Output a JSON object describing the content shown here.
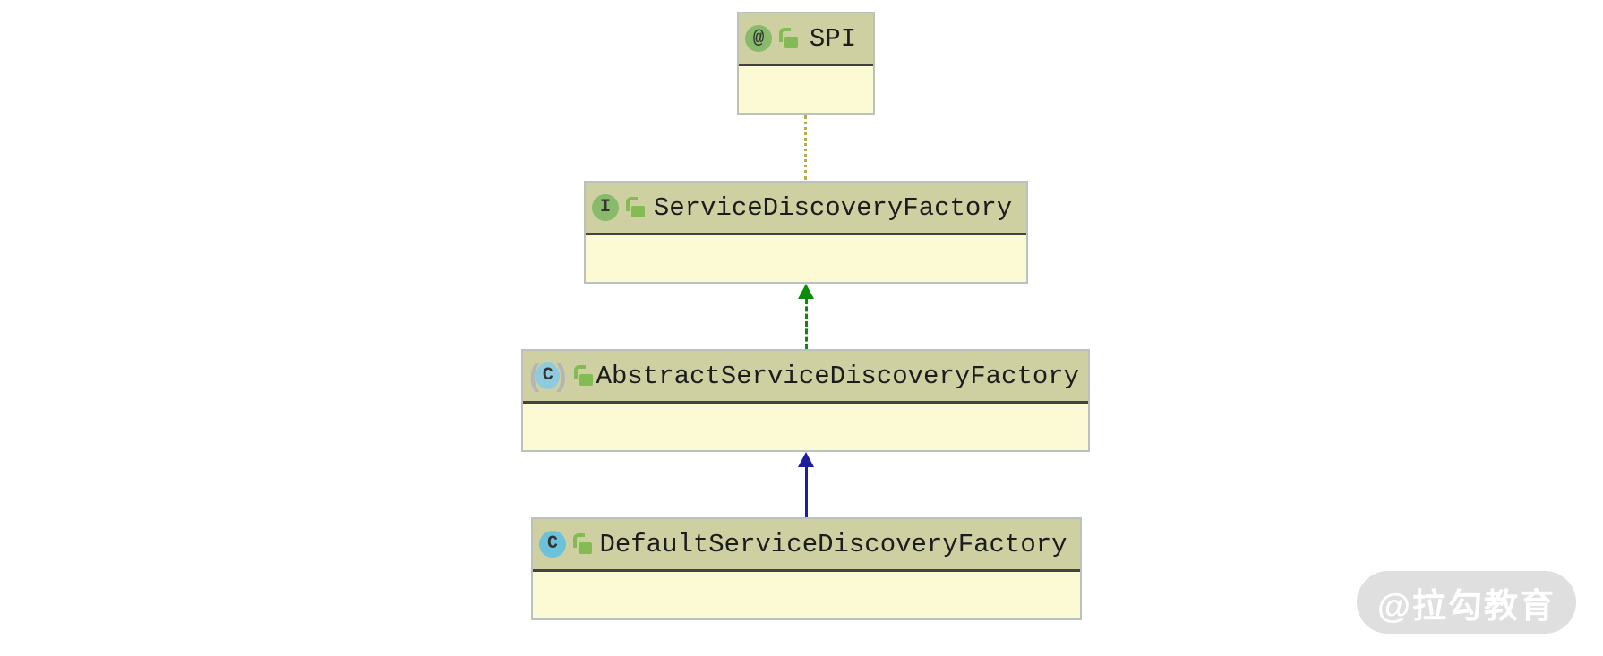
{
  "nodes": {
    "spi": {
      "kind": "annotation",
      "name": "SPI",
      "visibility": "public"
    },
    "service_discovery_factory": {
      "kind": "interface",
      "name": "ServiceDiscoveryFactory",
      "visibility": "public"
    },
    "abstract_service_discovery_factory": {
      "kind": "abstract-class",
      "name": "AbstractServiceDiscoveryFactory",
      "visibility": "public"
    },
    "default_service_discovery_factory": {
      "kind": "class",
      "name": "DefaultServiceDiscoveryFactory",
      "visibility": "public"
    }
  },
  "icons": {
    "annotation_glyph": "@",
    "interface_glyph": "I",
    "abstract_class_glyph": "C",
    "class_glyph": "C",
    "abstract_paren_left": "(",
    "abstract_paren_right": ")"
  },
  "edges": [
    {
      "from": "SPI",
      "to": "ServiceDiscoveryFactory",
      "type": "annotation-link",
      "style": "dotted-olive-line"
    },
    {
      "from": "AbstractServiceDiscoveryFactory",
      "to": "ServiceDiscoveryFactory",
      "type": "implements",
      "style": "dashed-green-arrow-up"
    },
    {
      "from": "DefaultServiceDiscoveryFactory",
      "to": "AbstractServiceDiscoveryFactory",
      "type": "extends",
      "style": "solid-blue-arrow-up"
    }
  ],
  "watermark": {
    "label": "@拉勾教育"
  },
  "colors": {
    "header_bg": "#cfd0a2",
    "body_bg": "#fcfad4",
    "node_border": "#bcc1bc",
    "separator": "#424242",
    "title_text": "#1c1c1c",
    "annotation_circle": "#89ba6c",
    "interface_circle": "#89ba6c",
    "class_circle": "#6cc2da",
    "abstract_class_circle": "#8fcbdf",
    "abstract_paren": "#b5b5b5",
    "icon_glyph": "#333333",
    "lock_green": "#84bb55",
    "dotted_edge": "#b3ad4e",
    "implements_edge": "#0a8b0a",
    "extends_edge": "#1d1d9e",
    "watermark_bg": "#dfdfdf",
    "watermark_text": "#ffffff"
  }
}
